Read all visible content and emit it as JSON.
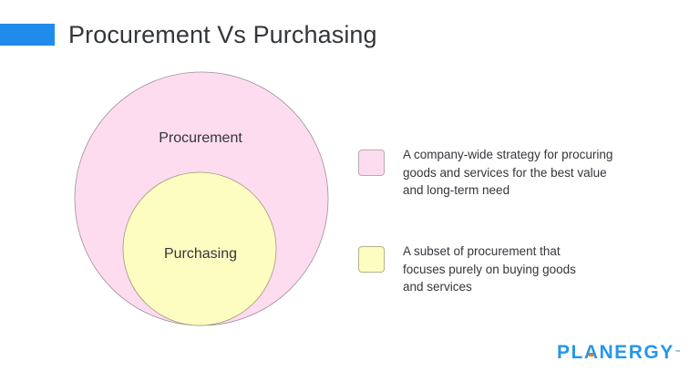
{
  "header": {
    "title": "Procurement Vs Purchasing",
    "accent_color": "#208bea"
  },
  "diagram": {
    "outer_circle": {
      "label": "Procurement",
      "fill": "#fddcef",
      "stroke": "#9e8f97"
    },
    "inner_circle": {
      "label": "Purchasing",
      "fill": "#fdfdc1",
      "stroke": "#9e9a80"
    }
  },
  "legend": {
    "items": [
      {
        "color": "#fddcef",
        "lines": [
          "A company-wide strategy for procuring",
          "goods and services for the best value",
          "and long-term need"
        ]
      },
      {
        "color": "#fdfdc1",
        "lines": [
          "A subset of procurement that",
          "focuses purely on buying goods",
          "and services"
        ]
      }
    ]
  },
  "logo": {
    "pre": "PL",
    "accent_letter": "A",
    "post": "NERGY",
    "trademark": "™",
    "color": "#2696ec",
    "accent_color": "#f47a20"
  }
}
